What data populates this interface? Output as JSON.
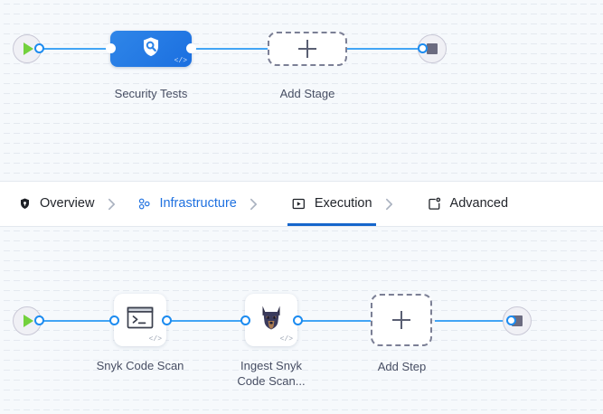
{
  "colors": {
    "edge": "#42a5f5",
    "stage_node": "#2f86e8",
    "accent_blue": "#1f71e0",
    "tab_underline": "#1566cc",
    "play_green": "#73d13d",
    "stop_gray": "#6b6b80",
    "canvas_bg": "#f6f9fc",
    "grid_dot": "#e4e9f0",
    "caption_text": "#474e63"
  },
  "stage_canvas": {
    "start_node": {
      "name": "pipeline-start",
      "icon": "play-icon"
    },
    "end_node": {
      "name": "pipeline-end",
      "icon": "stop-icon"
    },
    "nodes": [
      {
        "id": "security-tests",
        "label": "Security Tests",
        "icon": "shield-search-icon",
        "badge": "</>",
        "type": "stage"
      },
      {
        "id": "add-stage",
        "label": "Add Stage",
        "icon": "plus-icon",
        "type": "add"
      }
    ]
  },
  "tabs": {
    "items": [
      {
        "id": "overview",
        "label": "Overview",
        "icon": "shield-icon",
        "state": "default"
      },
      {
        "id": "infrastructure",
        "label": "Infrastructure",
        "icon": "nodes-cluster-icon",
        "state": "link"
      },
      {
        "id": "execution",
        "label": "Execution",
        "icon": "play-box-icon",
        "state": "selected"
      },
      {
        "id": "advanced",
        "label": "Advanced",
        "icon": "window-gear-icon",
        "state": "default"
      }
    ],
    "separator": "chevron-right-icon"
  },
  "step_canvas": {
    "start_node": {
      "name": "execution-start",
      "icon": "play-icon"
    },
    "end_node": {
      "name": "execution-end",
      "icon": "stop-icon"
    },
    "nodes": [
      {
        "id": "snyk-code-scan",
        "label": "Snyk Code Scan",
        "icon": "terminal-icon",
        "badge": "</>",
        "type": "step"
      },
      {
        "id": "ingest-snyk-code-scan",
        "label": "Ingest Snyk\nCode Scan...",
        "icon": "snyk-dog-icon",
        "badge": "</>",
        "type": "step"
      },
      {
        "id": "add-step",
        "label": "Add Step",
        "icon": "plus-icon",
        "type": "add"
      }
    ]
  }
}
